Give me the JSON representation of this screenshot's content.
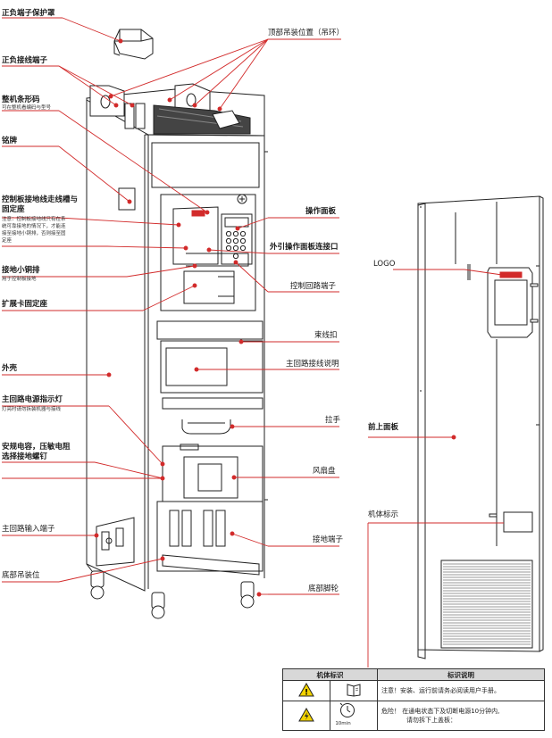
{
  "colors": {
    "leader": "#d22b2b",
    "line": "#222222",
    "warn": "#f2d200"
  },
  "labels": {
    "dc_cover": "正负端子保护罩",
    "dc_terminal": "正负接线端子",
    "barcode": "整机条形码",
    "barcode_note": "可在整机看编码与型号",
    "nameplate": "铭牌",
    "ctrl_slot_1": "控制板接地线走线槽与",
    "ctrl_slot_2": "固定座",
    "ctrl_note_1": "注意：控制板接地线只有在系",
    "ctrl_note_2": "统可靠接地的情况下，才能连",
    "ctrl_note_3": "接至接地小铜排，否则接至固",
    "ctrl_note_4": "定座",
    "ground_bar": "接地小铜排",
    "ground_bar_note": "用于控制板接地",
    "ext_card": "扩展卡固定座",
    "shell": "外壳",
    "pwr_lamp": "主回路电源指示灯",
    "pwr_lamp_note": "灯亮时请勿拆装机器与接线",
    "safety_1": "安规电容，压敏电阻",
    "safety_2": "选择接地螺钉",
    "main_input": "主回路输入端子",
    "bottom_lift": "底部吊装位",
    "top_lift": "顶部吊装位置（吊环）",
    "op_panel": "操作面板",
    "ext_panel_port": "外引操作面板连接口",
    "ctrl_terminal": "控制回路端子",
    "cable_tie": "束线扣",
    "wiring_desc": "主回路接线说明",
    "handle": "拉手",
    "fan_tray": "风扇盘",
    "ground_terminal": "接地端子",
    "caster": "底部脚轮",
    "logo": "LOGO",
    "front_cover": "前上面板",
    "body_mark": "机体标示"
  },
  "legend": {
    "head_mark": "机体标识",
    "head_desc": "标识说明",
    "row1_desc": "注意！安装、运行前请务必阅读用户手册。",
    "row2_desc_1": "危险！ 在通电状态下及切断电源10分钟内,",
    "row2_desc_2": "请勿拆下上盖板：",
    "timer_text": "10min"
  }
}
